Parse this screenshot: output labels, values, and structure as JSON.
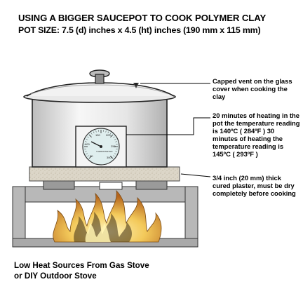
{
  "title": {
    "line1": "USING A BIGGER SAUCEPOT TO COOK POLYMER CLAY",
    "line2": "POT SIZE: 7.5 (d) inches x 4.5 (ht) inches (190 mm x 115 mm)"
  },
  "annotations": {
    "vent": "Capped vent on the glass cover when cooking the clay",
    "temperature": "20 minutes of heating in the pot the temperature reading is 140ºC ( 284ºF ) 30 minutes of heating the temperature reading is 145ºC ( 293ºF )",
    "plaster": "3/4 inch (20 mm) thick cured plaster, must be dry completely before cooking"
  },
  "thermometer": {
    "scale": [
      "50",
      "100",
      "150",
      "200",
      "250",
      "300"
    ],
    "label": "THERMOMETER"
  },
  "footer": {
    "line1": "Low Heat Sources From Gas Stove",
    "line2": "or DIY Outdoor Stove"
  },
  "colors": {
    "pot_body": "#ececec",
    "pot_outline": "#222222",
    "plaster": "#d8d2c4",
    "stand": "#b5b5b5",
    "gauge_face": "#dfeeee",
    "flame_yellow": "#f6e27a",
    "flame_orange": "#d98a2b",
    "flame_dark": "#3a2a10"
  }
}
